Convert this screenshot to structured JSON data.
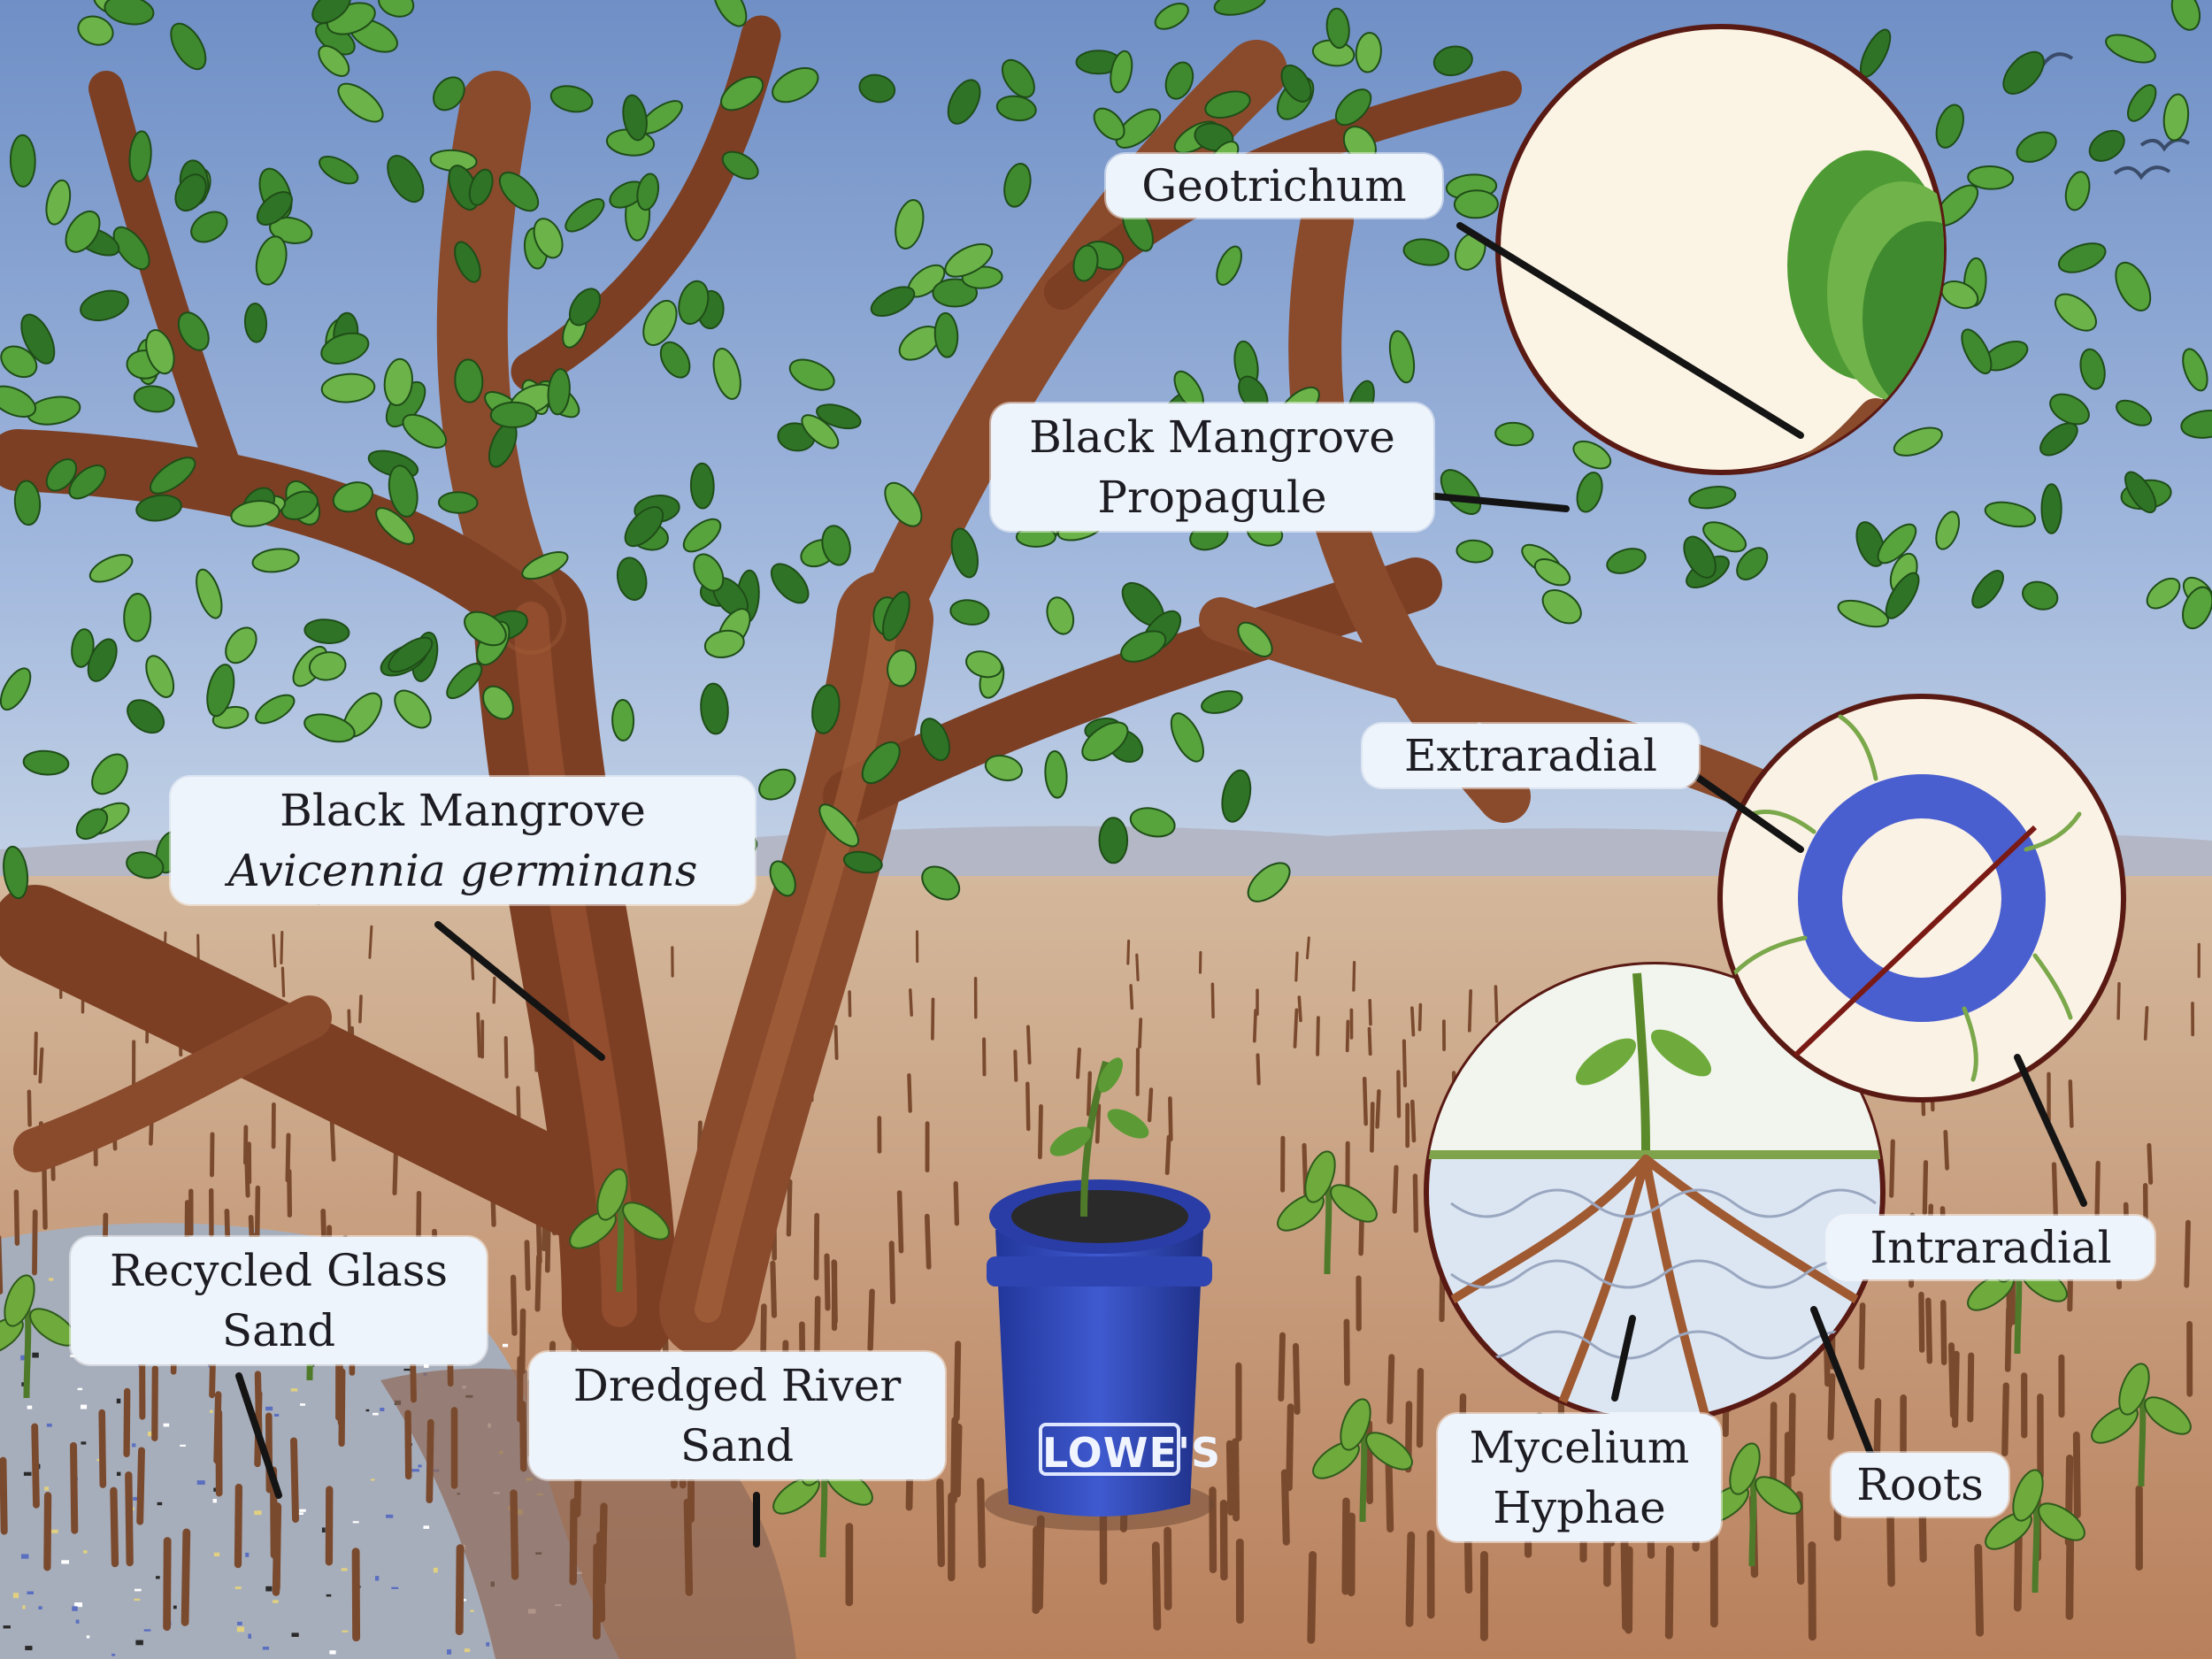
{
  "labels": {
    "geotrichum": "Geotrichum",
    "propagule_line1": "Black Mangrove",
    "propagule_line2": "Propagule",
    "extraradial": "Extraradial",
    "intraradial": "Intraradial",
    "tree_common": "Black Mangrove",
    "tree_scientific": "Avicennia germinans",
    "glass_line1": "Recycled Glass",
    "glass_line2": "Sand",
    "river_line1": "Dredged River",
    "river_line2": "Sand",
    "mycelium_line1": "Mycelium",
    "mycelium_line2": "Hyphae",
    "roots": "Roots"
  },
  "bucket_brand": "LOWE'S",
  "colors": {
    "sky": "#8fa9d4",
    "sand": "#c9a07e",
    "trunk": "#8a4a2c",
    "leaf": "#3f8a2e",
    "bucket": "#3148b8",
    "label_bg": "#eef4fb",
    "leader": "#141414",
    "circle_border": "#5a1a14"
  }
}
